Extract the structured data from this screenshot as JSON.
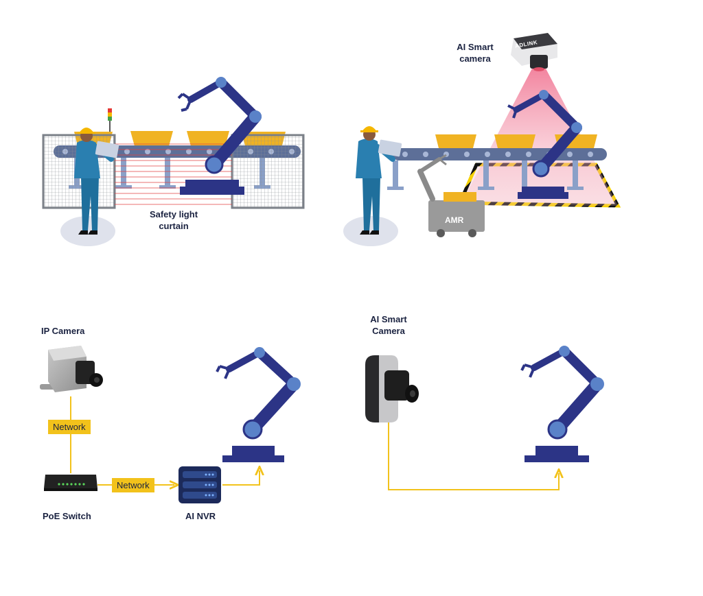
{
  "colors": {
    "robot_blue": "#2c3486",
    "robot_joint": "#5a82c8",
    "conveyor_belt": "#5d6f98",
    "crate": "#f0b323",
    "worker_shirt": "#2a7fb0",
    "hard_hat": "#f5b700",
    "light_curtain": "#e04040",
    "network_yellow": "#f2c21b",
    "amr_gray": "#9a9a9a",
    "camera_beam": "#f3aab8"
  },
  "labels": {
    "safety_curtain": "Safety light\ncurtain",
    "ai_smart_camera_top": "AI Smart\ncamera",
    "amr": "AMR",
    "ip_camera": "IP Camera",
    "network_1": "Network",
    "network_2": "Network",
    "poe_switch": "PoE Switch",
    "ai_nvr": "AI NVR",
    "ai_smart_camera_bottom": "AI Smart\nCamera",
    "brand": "ADLINK"
  }
}
